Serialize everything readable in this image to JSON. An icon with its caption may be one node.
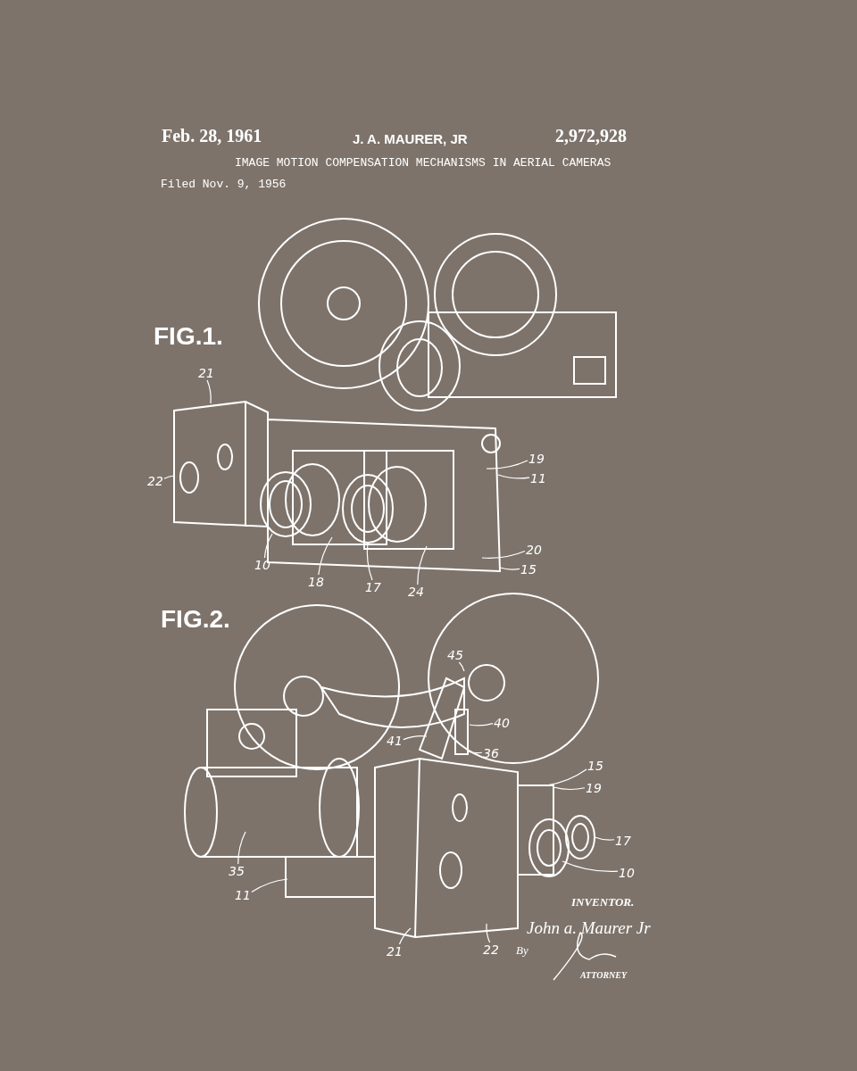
{
  "diagram": {
    "title": "IMAGE MOTION COMPENSATION MECHANISMS IN AERIAL CAMERAS",
    "nodes": [
      {
        "text": [
          "21"
        ]
      },
      {
        "text": [
          "22"
        ]
      },
      {
        "text": [
          "10"
        ]
      },
      {
        "text": [
          "18"
        ]
      },
      {
        "text": [
          "17"
        ]
      },
      {
        "text": [
          "24"
        ]
      },
      {
        "text": [
          "19"
        ]
      },
      {
        "text": [
          "11"
        ]
      },
      {
        "text": [
          "20"
        ]
      },
      {
        "text": [
          "15"
        ]
      },
      {
        "text": [
          "45"
        ]
      },
      {
        "text": [
          "41"
        ]
      },
      {
        "text": [
          "40"
        ]
      },
      {
        "text": [
          "36"
        ]
      },
      {
        "text": [
          "15"
        ]
      },
      {
        "text": [
          "19"
        ]
      },
      {
        "text": [
          "17"
        ]
      },
      {
        "text": [
          "10"
        ]
      },
      {
        "text": [
          "35"
        ]
      },
      {
        "text": [
          "11"
        ]
      },
      {
        "text": [
          "21"
        ]
      },
      {
        "text": [
          "22"
        ]
      }
    ],
    "edges": [
      {
        "from": 0,
        "to": null,
        "arrow": "none"
      },
      {
        "from": 1,
        "to": null,
        "arrow": "none"
      },
      {
        "from": 2,
        "to": null,
        "arrow": "none"
      },
      {
        "from": 3,
        "to": null,
        "arrow": "none"
      },
      {
        "from": 4,
        "to": null,
        "arrow": "none"
      },
      {
        "from": 5,
        "to": null,
        "arrow": "none"
      },
      {
        "from": 6,
        "to": null,
        "arrow": "none"
      },
      {
        "from": 7,
        "to": null,
        "arrow": "none"
      },
      {
        "from": 8,
        "to": null,
        "arrow": "none"
      },
      {
        "from": 9,
        "to": null,
        "arrow": "none"
      },
      {
        "from": 10,
        "to": null,
        "arrow": "none"
      },
      {
        "from": 11,
        "to": null,
        "arrow": "none"
      },
      {
        "from": 12,
        "to": null,
        "arrow": "none"
      },
      {
        "from": 13,
        "to": null,
        "arrow": "none"
      },
      {
        "from": 14,
        "to": null,
        "arrow": "none"
      },
      {
        "from": 15,
        "to": null,
        "arrow": "none"
      },
      {
        "from": 16,
        "to": null,
        "arrow": "none"
      },
      {
        "from": 17,
        "to": null,
        "arrow": "none"
      },
      {
        "from": 18,
        "to": null,
        "arrow": "none"
      },
      {
        "from": 19,
        "to": null,
        "arrow": "none"
      },
      {
        "from": 20,
        "to": null,
        "arrow": "none"
      },
      {
        "from": 21,
        "to": null,
        "arrow": "none"
      }
    ],
    "labels": [
      "Feb. 28, 1961",
      "J. A. MAURER, JR",
      "2,972,928",
      "Filed Nov. 9, 1956",
      "FIG.1.",
      "FIG.2.",
      "INVENTOR.",
      "John a. Maurer Jr",
      "By",
      "ATTORNEY"
    ]
  }
}
